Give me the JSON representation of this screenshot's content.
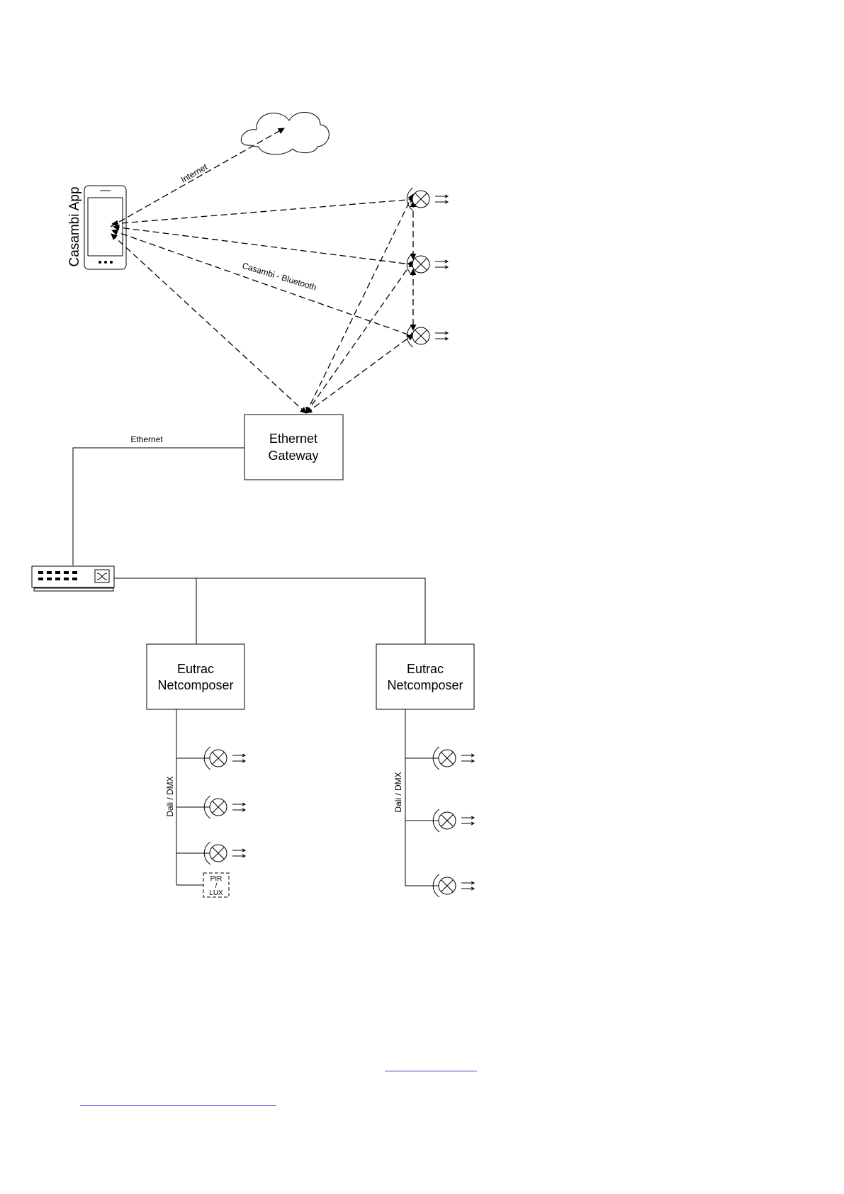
{
  "labels": {
    "phone_app": "Casambi App",
    "internet": "Internet",
    "casambi_bluetooth": "Casambi - Bluetooth",
    "ethernet": "Ethernet",
    "dali_dmx_left": "Dali / DMX",
    "dali_dmx_right": "Dali / DMX"
  },
  "boxes": {
    "gateway": {
      "line1": "Ethernet",
      "line2": "Gateway"
    },
    "netcomposer_left": {
      "line1": "Eutrac",
      "line2": "Netcomposer"
    },
    "netcomposer_right": {
      "line1": "Eutrac",
      "line2": "Netcomposer"
    }
  },
  "sensor": {
    "line1": "PIR",
    "line2": "/",
    "line3": "LUX"
  },
  "icons": {
    "cloud": "cloud-icon",
    "phone": "smartphone-icon",
    "switch": "network-switch-icon",
    "luminaire": "luminaire-icon"
  },
  "colors": {
    "lines": "#000000",
    "links": "#2a3fd6"
  }
}
